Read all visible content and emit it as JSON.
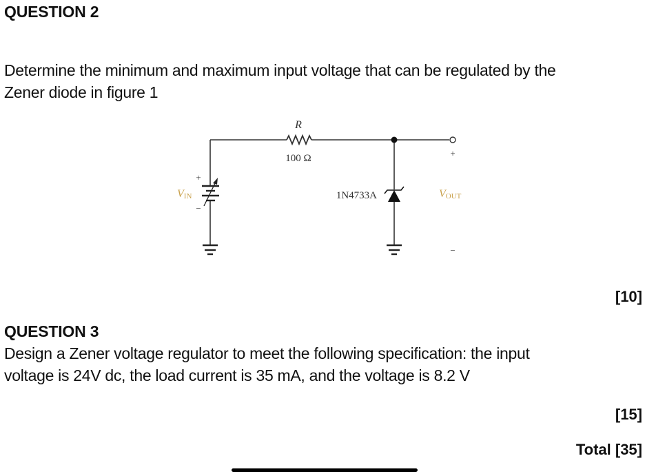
{
  "question2": {
    "heading": "QUESTION 2",
    "text_line1": "Determine the minimum and maximum input voltage that can be regulated by the",
    "text_line2": "Zener diode in figure 1",
    "marks": "[10]"
  },
  "figure1": {
    "resistor_label": "R",
    "resistor_value": "100 Ω",
    "zener_part": "1N4733A",
    "vin_label_main": "V",
    "vin_label_sub": "IN",
    "vout_label_main": "V",
    "vout_label_sub": "OUT",
    "plus_sign": "+",
    "minus_sign": "−",
    "label_color": "#c9a24e",
    "wire_color": "#333333"
  },
  "question3": {
    "heading": "QUESTION 3",
    "text_line1": "Design a Zener voltage regulator to meet the following specification: the input",
    "text_line2": "voltage is 24V dc, the load current is 35 mA, and the voltage is 8.2 V",
    "marks": "[15]"
  },
  "total": {
    "label": "Total [35]"
  }
}
